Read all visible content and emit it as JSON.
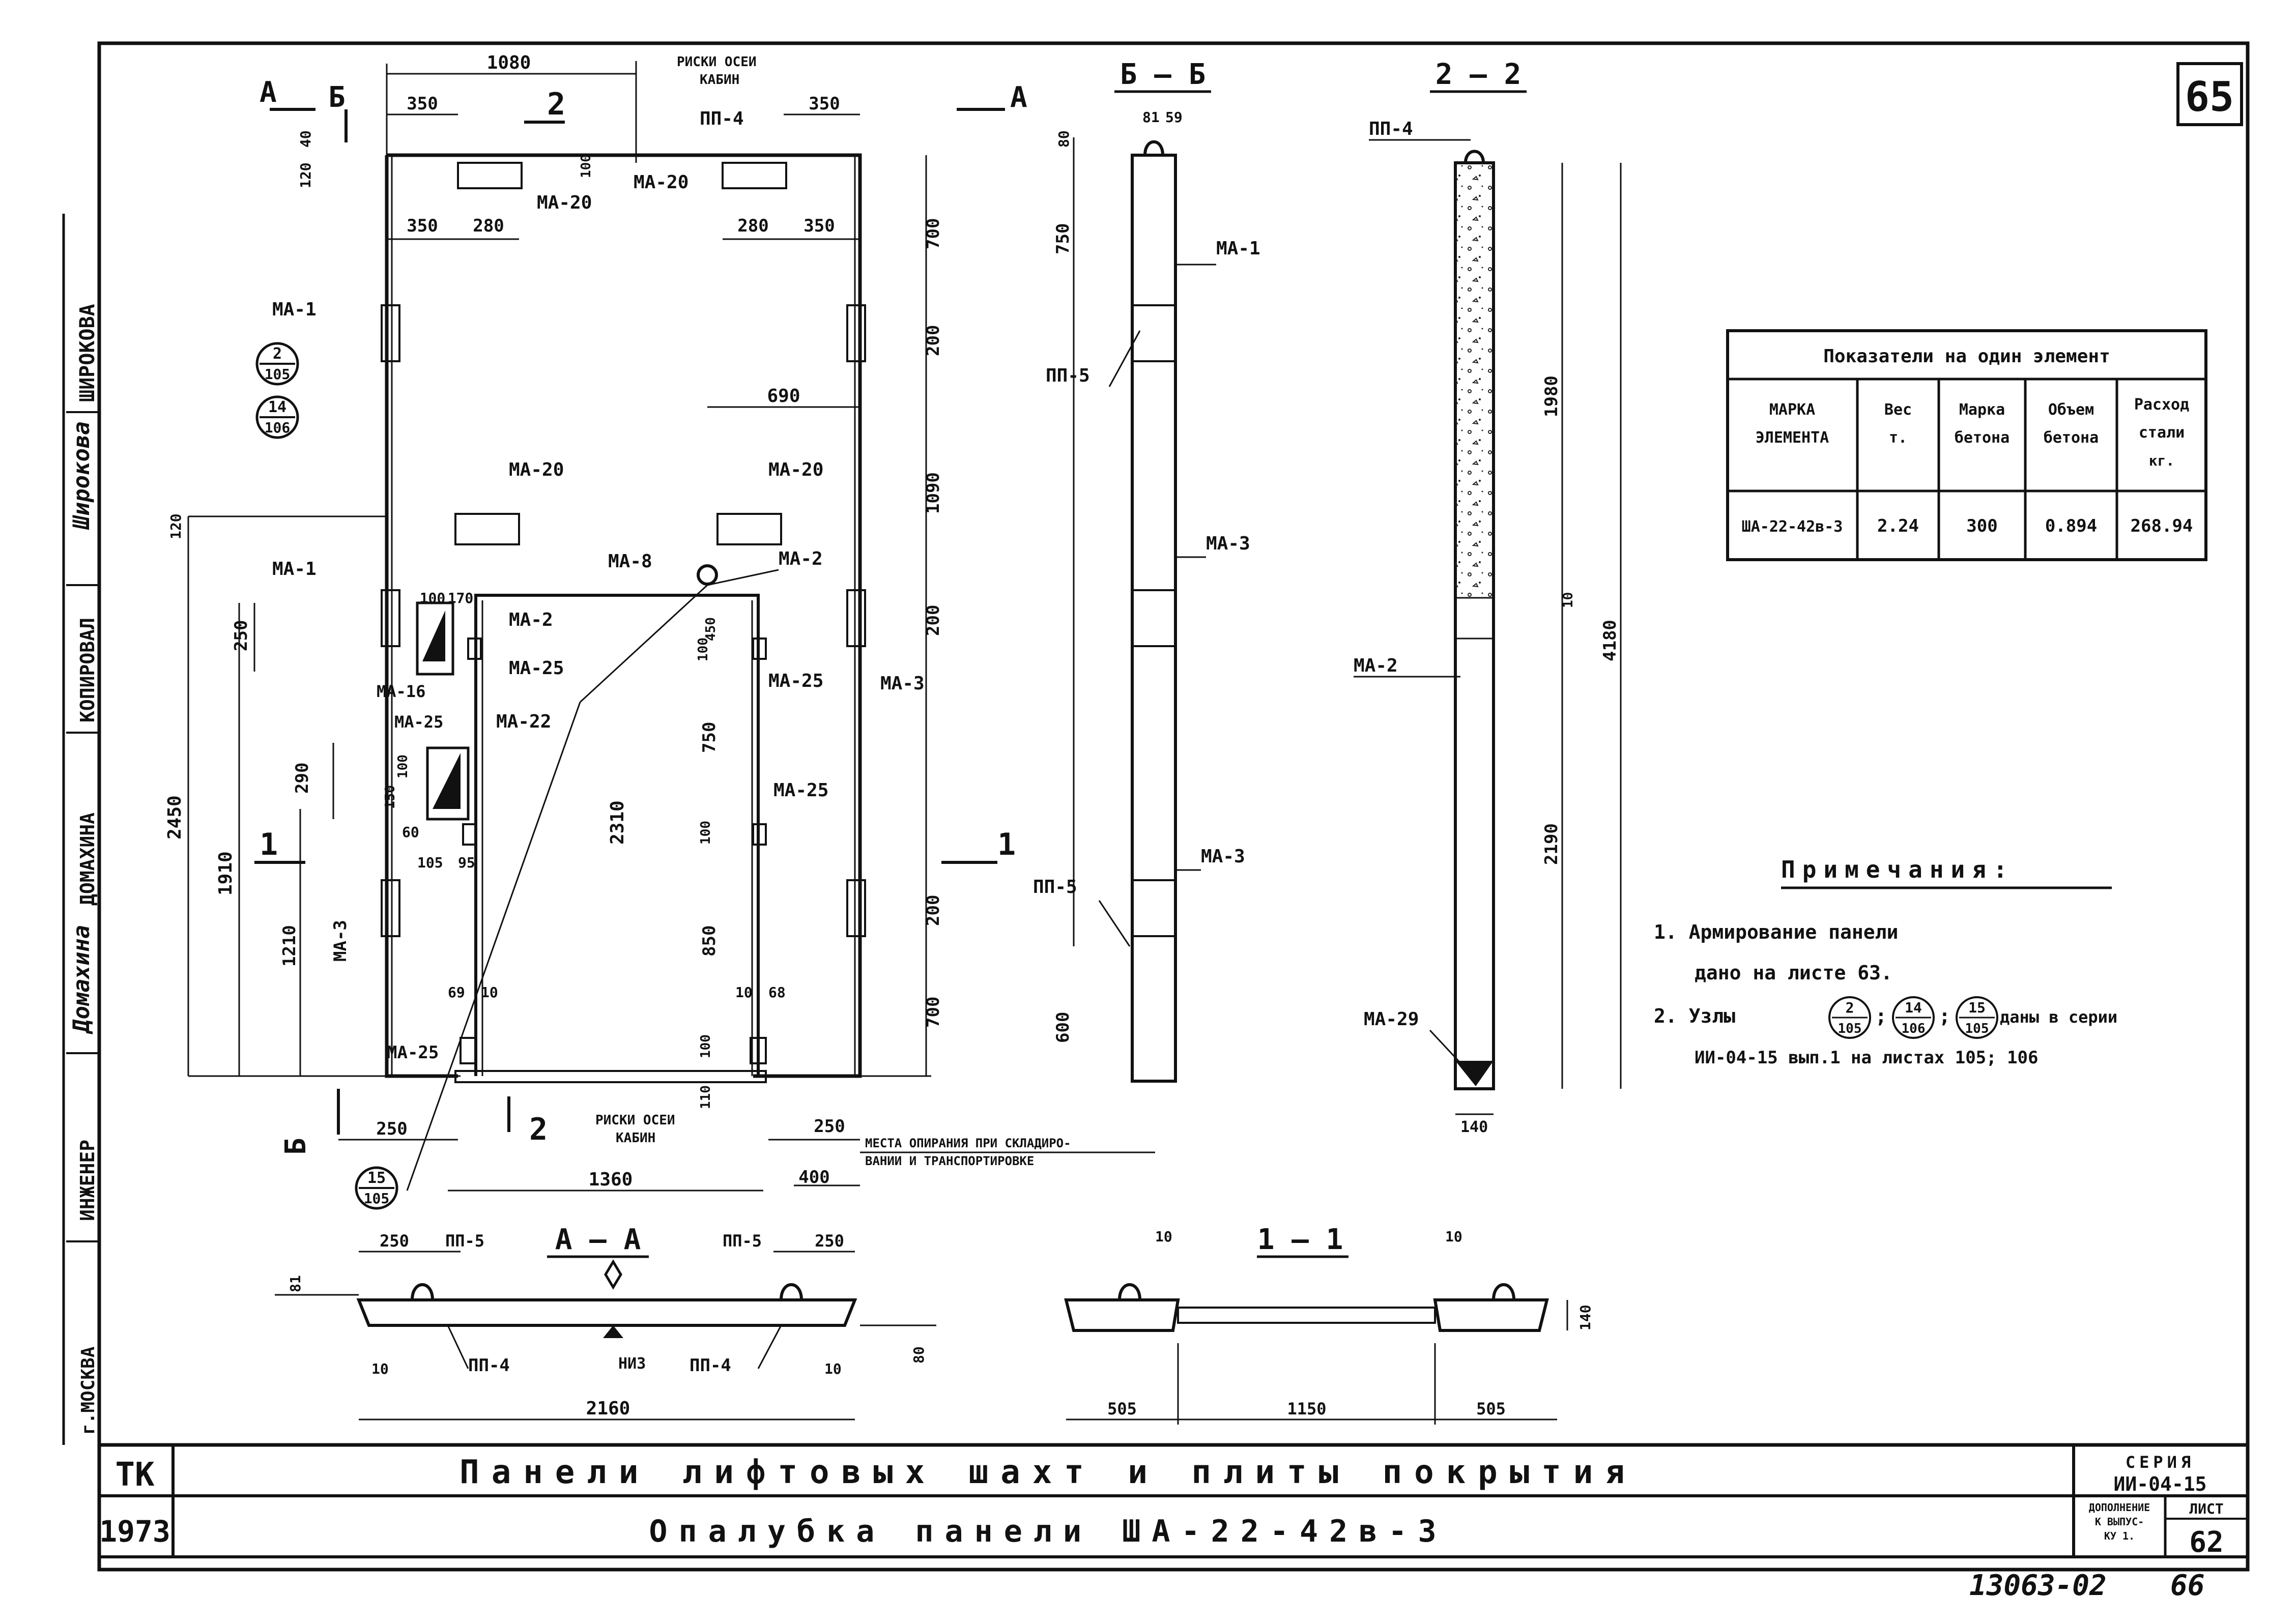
{
  "sheet_number_corner": "65",
  "side_stamp": {
    "items": [
      "ШИРОКОВА",
      "Широкова",
      "КОПИРОВАЛ",
      "ДОМАХИНА",
      "Домахина",
      "ИНЖЕНЕР",
      "г.МОСКВА"
    ]
  },
  "main_view": {
    "section_marks": {
      "a_left": "А",
      "a_right": "А",
      "b_top": "Б",
      "b_bottom": "Б",
      "two_top": "2",
      "two_bottom": "2",
      "one_left": "1",
      "one_right": "1"
    },
    "dims_top": [
      "1080",
      "350",
      "350",
      "350",
      "280",
      "280",
      "350",
      "120",
      "40",
      "100"
    ],
    "axis_label_top": [
      "РИСКИ ОСЕИ",
      "КАБИН"
    ],
    "axis_label_bottom": [
      "РИСКИ ОСЕИ",
      "КАБИН"
    ],
    "dims_left": [
      "2450",
      "1910",
      "1210",
      "250",
      "290",
      "120"
    ],
    "dims_right": [
      "700",
      "200",
      "1090",
      "200",
      "700",
      "200",
      "690"
    ],
    "dims_inner": [
      "100",
      "170",
      "2310",
      "750",
      "850",
      "450",
      "100",
      "100",
      "100",
      "110",
      "60",
      "105",
      "95",
      "150",
      "100",
      "69",
      "10",
      "10",
      "68"
    ],
    "dims_bottom": [
      "250",
      "1360",
      "250",
      "400"
    ],
    "lift_note": [
      "МЕСТА ОПИРАНИЯ ПРИ СКЛАДИРО-",
      "ВАНИИ И ТРАНСПОРТИРОВКЕ"
    ],
    "labels": [
      "МА-20",
      "МА-20",
      "МА-20",
      "МА-20",
      "МА-1",
      "МА-1",
      "МА-3",
      "МА-3",
      "МА-8",
      "МА-2",
      "МА-2",
      "МА-25",
      "МА-25",
      "МА-25",
      "МА-25",
      "МА-16",
      "МА-22",
      "ПП-4"
    ],
    "callouts": [
      {
        "top": "2",
        "bottom": "105"
      },
      {
        "top": "14",
        "bottom": "106"
      },
      {
        "top": "15",
        "bottom": "105"
      }
    ]
  },
  "section_bb": {
    "title": "Б – Б",
    "dims": [
      "80",
      "81",
      "59",
      "750",
      "600"
    ],
    "labels": [
      "МА-1",
      "ПП-5",
      "МА-3",
      "МА-3",
      "ПП-5"
    ]
  },
  "section_22": {
    "title": "2 – 2",
    "dims": [
      "1980",
      "4180",
      "2190",
      "140",
      "10"
    ],
    "labels": [
      "ПП-4",
      "МА-2",
      "МА-29"
    ]
  },
  "indicators_table": {
    "title": "Показатели на один элемент",
    "headers": [
      [
        "МАРКА",
        "ЭЛЕМЕНТА"
      ],
      [
        "Вес",
        "т."
      ],
      [
        "Марка",
        "бетона"
      ],
      [
        "Объем",
        "бетона"
      ],
      [
        "Расход",
        "стали",
        "кг."
      ]
    ],
    "row": [
      "ША-22-42в-3",
      "2.24",
      "300",
      "0.894",
      "268.94"
    ]
  },
  "notes": {
    "title": "Примечания:",
    "line1a": "1.  Армирование панели",
    "line1b": "дано на листе 63.",
    "line2a": "2.  Узлы",
    "sep": ";",
    "line2b": "даны в серии",
    "line2c": "ИИ-04-15 вып.1 на листах 105; 106",
    "nodes": [
      {
        "top": "2",
        "bottom": "105"
      },
      {
        "top": "14",
        "bottom": "106"
      },
      {
        "top": "15",
        "bottom": "105"
      }
    ]
  },
  "section_aa": {
    "title": "А – А",
    "dims": [
      "250",
      "250",
      "81",
      "80",
      "10",
      "10",
      "2160"
    ],
    "labels": [
      "ПП-5",
      "ПП-5",
      "ПП-4",
      "ПП-4",
      "НИЗ"
    ]
  },
  "section_11": {
    "title": "1 – 1",
    "dims": [
      "10",
      "10",
      "140",
      "505",
      "1150",
      "505"
    ],
    "labels": []
  },
  "title_block": {
    "org": "ТК",
    "year": "1973",
    "title_main": "Панели лифтовых шахт и плиты покрытия",
    "title_sub": "Опалубка панели ША-22-42в-3",
    "series_label": "СЕРИЯ",
    "series_value": "ИИ-04-15",
    "edition_label": [
      "ДОПОЛНЕНИЕ",
      "К ВЫПУС-",
      "КУ 1."
    ],
    "sheet_label": "ЛИСТ",
    "sheet_value": "62"
  },
  "footer": {
    "archive": "13063-02",
    "page": "66"
  }
}
